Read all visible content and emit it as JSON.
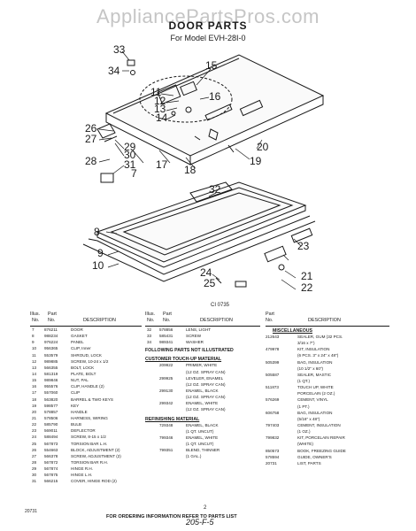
{
  "watermark": "AppliancePartsPros.com",
  "heading": {
    "title": "DOOR PARTS",
    "subtitle": "For Model EVH-28I-0"
  },
  "figure_code": "CI 0735",
  "callouts": [
    "33",
    "34",
    "15",
    "11",
    "12",
    "13",
    "14",
    "16",
    "26",
    "27",
    "29",
    "30",
    "28",
    "31",
    "7",
    "17",
    "18",
    "19",
    "20",
    "32",
    "8",
    "9",
    "10",
    "23",
    "24",
    "25",
    "21",
    "22"
  ],
  "table_headers": {
    "col1": {
      "illus": "Illus.",
      "no": "No.",
      "part": "Part",
      "part_no": "No.",
      "desc": "DESCRIPTION"
    },
    "col2": {
      "illus": "Illus.",
      "no": "No.",
      "part": "Part",
      "part_no": "No.",
      "desc": "DESCRIPTION"
    },
    "col3": {
      "part": "Part",
      "part_no": "No.",
      "desc": "DESCRIPTION"
    }
  },
  "parts_col1": [
    {
      "no": "7",
      "part": "876211",
      "desc": "DOOR"
    },
    {
      "no": "8",
      "part": "988234",
      "desc": "GASKET"
    },
    {
      "no": "9",
      "part": "976224",
      "desc": "PANEL"
    },
    {
      "no": "10",
      "part": "956365",
      "desc": "CLIP, Inner"
    },
    {
      "no": "11",
      "part": "553579",
      "desc": "SHROUD, LOCK"
    },
    {
      "no": "12",
      "part": "989885",
      "desc": "SCREW, 10-24 x 1/2"
    },
    {
      "no": "13",
      "part": "566355",
      "desc": "BOLT, LOCK"
    },
    {
      "no": "14",
      "part": "581319",
      "desc": "PLATE, BOLT"
    },
    {
      "no": "15",
      "part": "989846",
      "desc": "NUT, PAL"
    },
    {
      "no": "16",
      "part": "955576",
      "desc": "CLIP, HANDLE (2)"
    },
    {
      "no": "17",
      "part": "557060",
      "desc": "CLIP"
    },
    {
      "no": "18",
      "part": "563820",
      "desc": "BARREL & TWO KEYS"
    },
    {
      "no": "19",
      "part": "598577",
      "desc": "KEY"
    },
    {
      "no": "20",
      "part": "578857",
      "desc": "HANDLE"
    },
    {
      "no": "21",
      "part": "578506",
      "desc": "HARNESS, WIRING"
    },
    {
      "no": "22",
      "part": "585790",
      "desc": "BULB"
    },
    {
      "no": "23",
      "part": "569011",
      "desc": "DEFLECTOR"
    },
    {
      "no": "24",
      "part": "588494",
      "desc": "SCREW, 8-15 x 1/2"
    },
    {
      "no": "25",
      "part": "567873",
      "desc": "TORSION BAR L.H."
    },
    {
      "no": "26",
      "part": "554663",
      "desc": "BLOCK, ADJUSTMENT (2)"
    },
    {
      "no": "27",
      "part": "566378",
      "desc": "SCREW, ADJUSTMENT (2)"
    },
    {
      "no": "28",
      "part": "567872",
      "desc": "TORSION BAR R.H."
    },
    {
      "no": "29",
      "part": "567874",
      "desc": "HINGE R.H."
    },
    {
      "no": "30",
      "part": "567875",
      "desc": "HINGE L.H."
    },
    {
      "no": "31",
      "part": "566215",
      "desc": "COVER, HINGE ROD (2)"
    }
  ],
  "parts_col2_top": [
    {
      "no": "32",
      "part": "578856",
      "desc": "LENS, LIGHT"
    },
    {
      "no": "33",
      "part": "585431",
      "desc": "SCREW"
    },
    {
      "no": "34",
      "part": "989341",
      "desc": "WASHER"
    }
  ],
  "not_illustrated_title": "FOLLOWING PARTS NOT ILLUSTRATED",
  "touchup_title": "CUSTOMER TOUCH-UP MATERIAL",
  "touchup": [
    {
      "part": "209922",
      "desc": "PRIMER, WHITE"
    },
    {
      "part": "",
      "desc": "(12 OZ. SPRAY CAN)"
    },
    {
      "part": "299925",
      "desc": "LEVELER, ENAMEL"
    },
    {
      "part": "",
      "desc": "(12 OZ. SPRAY CAN)"
    },
    {
      "part": "299130",
      "desc": "ENAMEL, BLACK"
    },
    {
      "part": "",
      "desc": "(12 OZ. SPRAY CAN)"
    },
    {
      "part": "299342",
      "desc": "ENAMEL, WHITE"
    },
    {
      "part": "",
      "desc": "(12 OZ. SPRAY CAN)"
    }
  ],
  "refinishing_title": "REFINISHING MATERIAL",
  "refinishing": [
    {
      "part": "729348",
      "desc": "ENAMEL, BLACK"
    },
    {
      "part": "",
      "desc": "(1 QT. UNCUT)"
    },
    {
      "part": "799346",
      "desc": "ENAMEL, WHITE"
    },
    {
      "part": "",
      "desc": "(1 QT. UNCUT)"
    },
    {
      "part": "799351",
      "desc": "BLEND, THINNER"
    },
    {
      "part": "",
      "desc": "(1 GAL.)"
    }
  ],
  "misc_title": "MISCELLANEOUS",
  "misc": [
    {
      "part": "212643",
      "desc": "SEALER, GUM (32 PCS."
    },
    {
      "part": "",
      "desc": "3/16 x 7\")"
    },
    {
      "part": "479978",
      "desc": "KIT, INSULATION"
    },
    {
      "part": "",
      "desc": "(6 PCS. 3\" x 24\" x 48\")"
    },
    {
      "part": "505399",
      "desc": "BAG, INSULATION"
    },
    {
      "part": "",
      "desc": "(10 1/2\" x 60\")"
    },
    {
      "part": "505587",
      "desc": "SEALER, MASTIC"
    },
    {
      "part": "",
      "desc": "(1 QT.)"
    },
    {
      "part": "511873",
      "desc": "TOUCH UP, WHITE"
    },
    {
      "part": "",
      "desc": "PORCELAIN (2 OZ.)"
    },
    {
      "part": "576269",
      "desc": "CEMENT, VINYL"
    },
    {
      "part": "",
      "desc": "(1 PT.)"
    },
    {
      "part": "606758",
      "desc": "BAG, INSULATION"
    },
    {
      "part": "",
      "desc": "(5/16\" x 48\")"
    },
    {
      "part": "797403",
      "desc": "CEMENT, INSULATION"
    },
    {
      "part": "",
      "desc": "(1 OZ.)"
    },
    {
      "part": "799832",
      "desc": "KIT, PORCELAIN REPAIR"
    },
    {
      "part": "",
      "desc": "(WHITE)"
    },
    {
      "part": "850573",
      "desc": "BOOK, FREEZING GUIDE"
    },
    {
      "part": "578594",
      "desc": "GUIDE, OWNER'S"
    },
    {
      "part": "20731",
      "desc": "LIST, PARTS"
    }
  ],
  "footer": "FOR ORDERING INFORMATION REFER TO PARTS LIST",
  "page_number": "2",
  "doc_code": "20731",
  "handwritten": "205-F-5"
}
